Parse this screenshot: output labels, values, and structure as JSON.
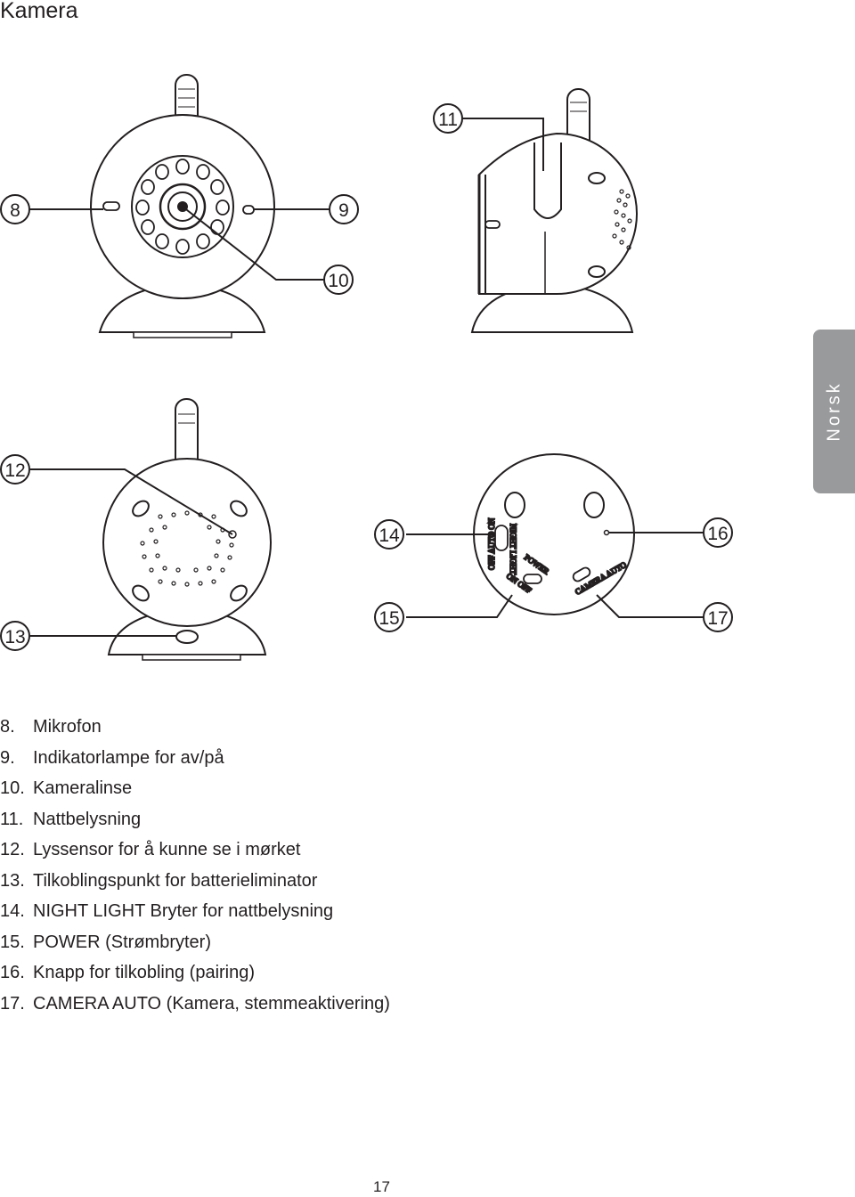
{
  "page": {
    "title": "Kamera",
    "language_tab": "Norsk",
    "page_number": "17"
  },
  "callouts": [
    "8",
    "9",
    "10",
    "11",
    "12",
    "13",
    "14",
    "15",
    "16",
    "17"
  ],
  "switch_labels": {
    "night_light": "NIGHT LIGHT",
    "night_light_positions": "OFF AUTO ON",
    "power": "POWER",
    "power_positions": "ON OFF",
    "camera_auto": "CAMERA AUTO"
  },
  "legend": [
    {
      "num": "8.",
      "text": "Mikrofon"
    },
    {
      "num": "9.",
      "text": "Indikatorlampe for av/på"
    },
    {
      "num": "10.",
      "text": "Kameralinse"
    },
    {
      "num": "11.",
      "text": "Nattbelysning"
    },
    {
      "num": "12.",
      "text": "Lyssensor for å kunne se i mørket"
    },
    {
      "num": "13.",
      "text": "Tilkoblingspunkt for batterieliminator"
    },
    {
      "num": "14.",
      "text": "NIGHT LIGHT Bryter for nattbelysning"
    },
    {
      "num": "15.",
      "text": "POWER (Strømbryter)"
    },
    {
      "num": "16.",
      "text": "Knapp for tilkobling (pairing)"
    },
    {
      "num": "17.",
      "text": "CAMERA AUTO (Kamera, stemmeaktivering)"
    }
  ]
}
